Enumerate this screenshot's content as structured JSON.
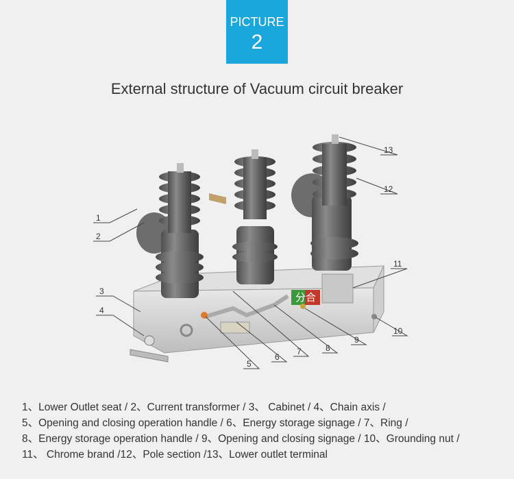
{
  "badge": {
    "label": "PICTURE",
    "number": "2"
  },
  "title": "External structure of Vacuum circuit breaker",
  "callouts": [
    "1",
    "2",
    "3",
    "4",
    "5",
    "6",
    "7",
    "8",
    "9",
    "10",
    "11",
    "12",
    "13"
  ],
  "signage": {
    "open_close": "分合"
  },
  "legend": [
    "1、Lower Outlet seat / 2、Current transformer / 3、 Cabinet  / 4、Chain axis /",
    "5、Opening and closing operation handle  /  6、Energy storage signage / 7、Ring /",
    "8、Energy storage operation handle  / 9、Opening and closing signage / 10、Grounding nut /",
    "11、 Chrome brand /12、Pole section /13、Lower outlet terminal"
  ],
  "colors": {
    "badge": "#1ca7dc",
    "insulator": "#6a6a6a",
    "cabinet": "#d4d4d4"
  }
}
